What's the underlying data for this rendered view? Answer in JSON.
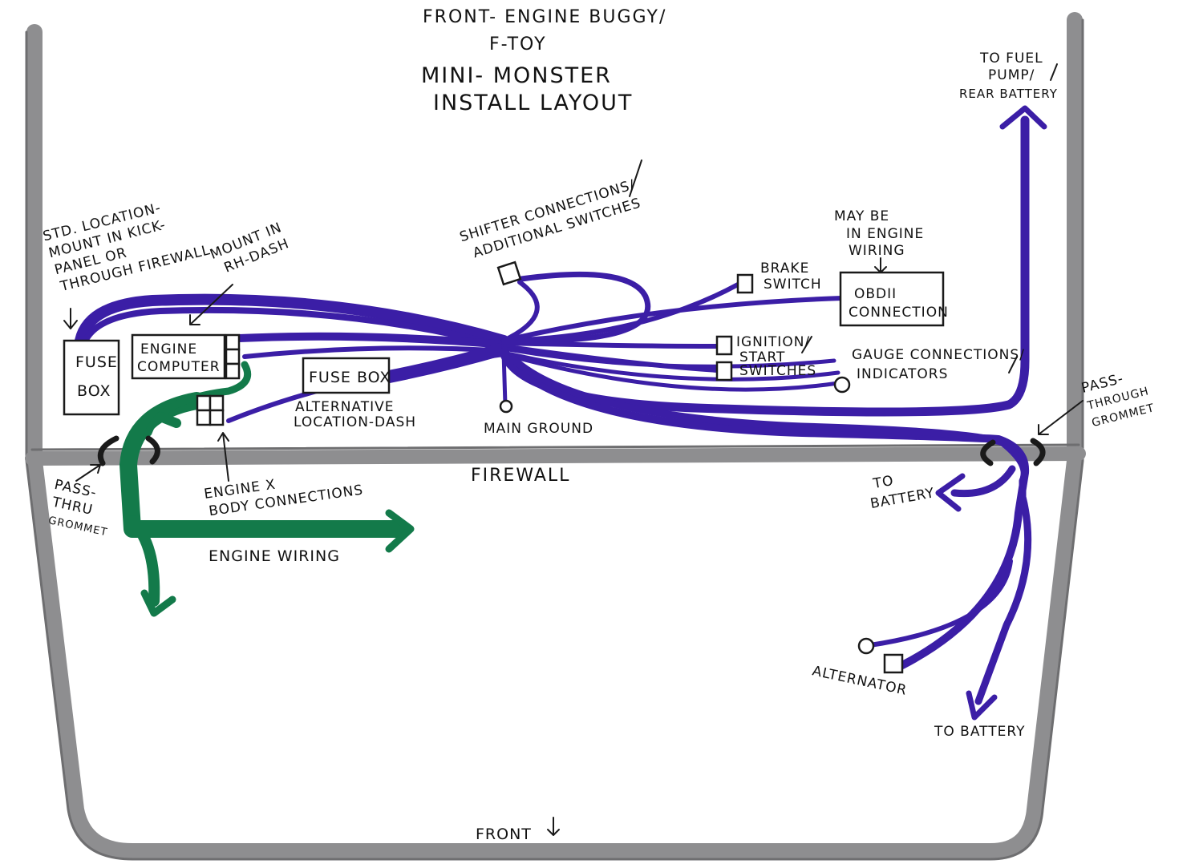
{
  "colors": {
    "frame": "#8e8e90",
    "frame_dark": "#6e6e70",
    "main_harness": "#3b1ea6",
    "engine_wiring": "#137a4a",
    "grommet": "#1a1a1a",
    "ink": "#1a1a1a"
  },
  "title": {
    "line1": "FRONT- ENGINE BUGGY/",
    "line2": "F-TOY",
    "line3": "MINI- MONSTER",
    "line4": "INSTALL LAYOUT"
  },
  "labels": {
    "std_location": [
      "STD. LOCATION-",
      "MOUNT IN KICK-",
      "PANEL OR",
      "THROUGH FIREWALL"
    ],
    "mount_in_rh_dash": [
      "MOUNT IN",
      "RH-DASH"
    ],
    "fuse_box_main": [
      "FUSE",
      "BOX"
    ],
    "engine_computer": [
      "ENGINE",
      "COMPUTER"
    ],
    "fuse_box_alt": "FUSE BOX",
    "alternative_location": [
      "ALTERNATIVE",
      "LOCATION-DASH"
    ],
    "main_ground": "MAIN GROUND",
    "shifter_connections": [
      "SHIFTER CONNECTIONS/",
      "ADDITIONAL SWITCHES"
    ],
    "brake_switch": [
      "BRAKE",
      "SWITCH"
    ],
    "may_be_in_engine_wiring": [
      "MAY BE",
      "IN ENGINE",
      "WIRING"
    ],
    "obd_connection": [
      "OBDII",
      "CONNECTION"
    ],
    "ignition_start": [
      "IGNITION/",
      "START",
      "SWITCHES"
    ],
    "gauge_connections": [
      "GAUGE CONNECTIONS/",
      "INDICATORS"
    ],
    "to_fuel_pump": [
      "TO FUEL",
      "PUMP/",
      "REAR BATTERY"
    ],
    "pass_through_grommet_right": [
      "PASS-",
      "THROUGH",
      "GROMMET"
    ],
    "pass_through_grommet_left": [
      "PASS-",
      "THRU",
      "GROMMET"
    ],
    "firewall": "FIREWALL",
    "engine_body_connections": [
      "ENGINE X",
      "BODY CONNECTIONS"
    ],
    "engine_wiring": "ENGINE WIRING",
    "to_battery_upper": [
      "TO",
      "BATTERY"
    ],
    "alternator": "ALTERNATOR",
    "to_battery_lower": "TO BATTERY",
    "front": "FRONT"
  }
}
